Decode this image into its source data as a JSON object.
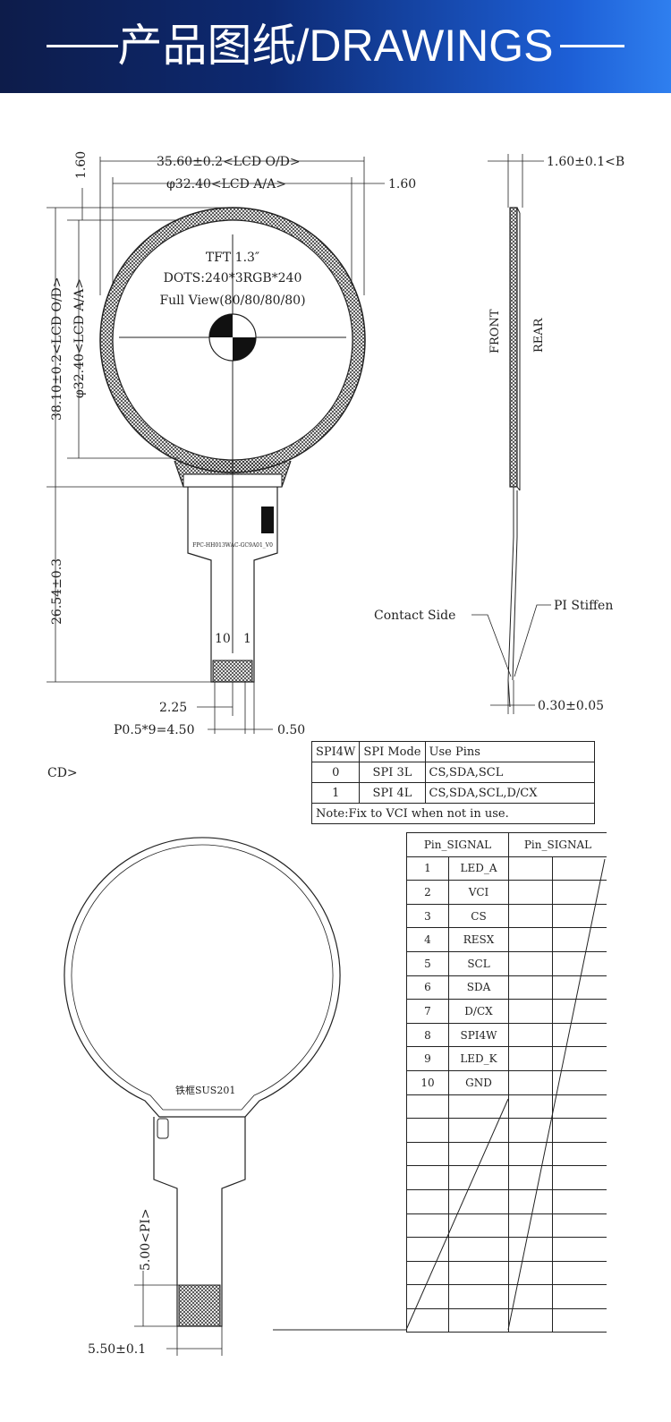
{
  "banner": {
    "title": "产品图纸/DRAWINGS"
  },
  "front_view": {
    "width_dim": "35.60±0.2<LCD O/D>",
    "aa_width_dim": "φ32.40<LCD A/A>",
    "right_margin_dim": "1.60",
    "top_margin_dim": "1.60",
    "height_od_dim": "38.10±0.2<LCD O/D>",
    "aa_height_dim": "φ32.40<LCD A/A>",
    "fpc_length_dim": "26.54±0.3",
    "fpc_half_dim": "2.25",
    "pitch_dim": "P0.5*9=4.50",
    "pad_dim": "0.50",
    "screen_lines": [
      "TFT 1.3″",
      "DOTS:240*3RGB*240",
      "Full View(80/80/80/80)"
    ],
    "fpc_code": "FPC-HH013WAC-GC9A01_V0",
    "pin_left_label": "10",
    "pin_right_label": "1"
  },
  "side_view": {
    "thickness_dim": "1.60±0.1<B",
    "front_label": "FRONT",
    "rear_label": "REAR",
    "contact_label": "Contact Side",
    "stiffener_label": "PI Stiffen",
    "fpc_thickness_dim": "0.30±0.05"
  },
  "back_view": {
    "label": "CD>",
    "material_label": "铁框SUS201",
    "stiffener_dim": "5.00<PI>",
    "width_dim": "5.50±0.1"
  },
  "spi_table": {
    "headers": [
      "SPI4W",
      "SPI Mode",
      "Use Pins"
    ],
    "rows": [
      [
        "0",
        "SPI 3L",
        "CS,SDA,SCL"
      ],
      [
        "1",
        "SPI 4L",
        "CS,SDA,SCL,D/CX"
      ]
    ],
    "note": "Note:Fix to VCI when not in use."
  },
  "pin_table": {
    "header_left": "Pin_SIGNAL",
    "header_right": "Pin_SIGNAL",
    "rows": [
      {
        "num": "1",
        "signal": "LED_A"
      },
      {
        "num": "2",
        "signal": "VCI"
      },
      {
        "num": "3",
        "signal": "CS"
      },
      {
        "num": "4",
        "signal": "RESX"
      },
      {
        "num": "5",
        "signal": "SCL"
      },
      {
        "num": "6",
        "signal": "SDA"
      },
      {
        "num": "7",
        "signal": "D/CX"
      },
      {
        "num": "8",
        "signal": "SPI4W"
      },
      {
        "num": "9",
        "signal": "LED_K"
      },
      {
        "num": "10",
        "signal": "GND"
      }
    ]
  }
}
